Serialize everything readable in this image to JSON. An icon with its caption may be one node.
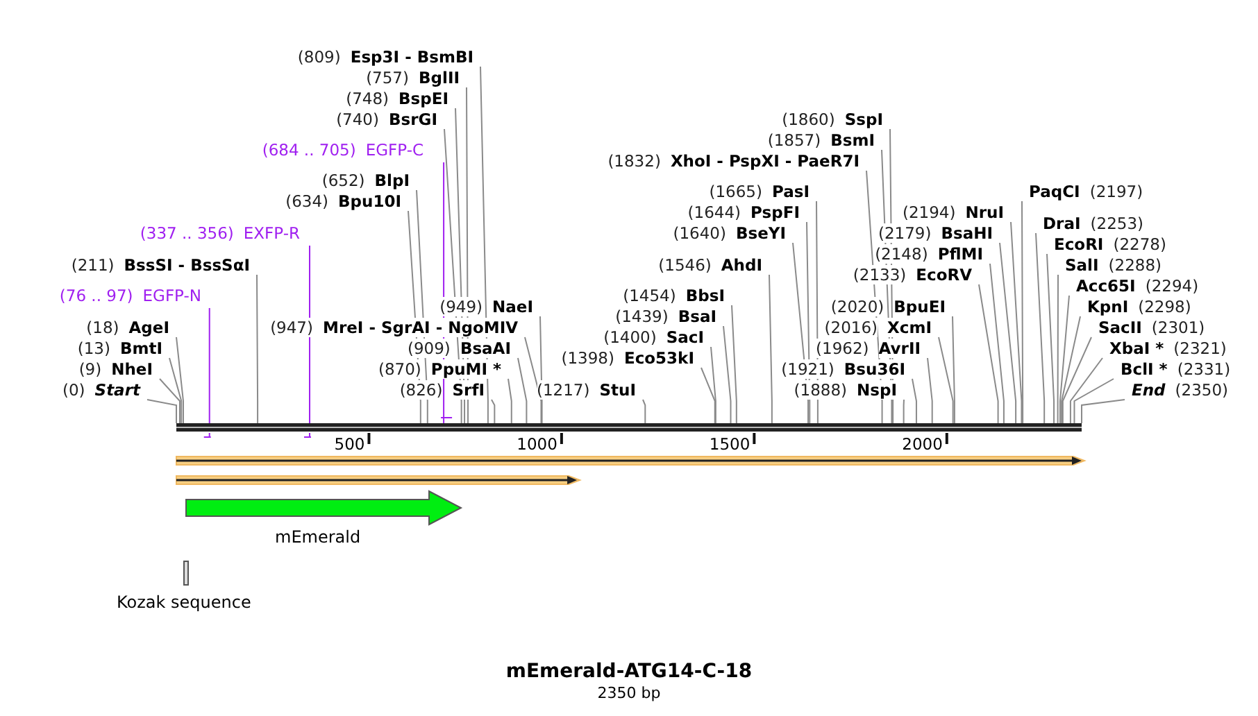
{
  "diagram": {
    "title": "mEmerald-ATG14-C-18",
    "caption": "2350 bp",
    "nodes": [
      {
        "text": [
          "(809)",
          "Esp3I  - BsmBI"
        ]
      },
      {
        "text": [
          "(757)",
          "BglII"
        ]
      },
      {
        "text": [
          "(748)",
          "BspEI"
        ]
      },
      {
        "text": [
          "(740)",
          "BsrGI"
        ]
      },
      {
        "text": [
          "(684 .. 705)",
          "EGFP-C"
        ]
      },
      {
        "text": [
          "(652)",
          "BlpI"
        ]
      },
      {
        "text": [
          "(634)",
          "Bpu10I"
        ]
      },
      {
        "text": [
          "(337 .. 356)",
          "EXFP-R"
        ]
      },
      {
        "text": [
          "(211)",
          "BssSI  - BssSαI"
        ]
      },
      {
        "text": [
          "(76 .. 97)",
          "EGFP-N"
        ]
      },
      {
        "text": [
          "(949)",
          "NaeI"
        ]
      },
      {
        "text": [
          "(947)",
          "MreI  - SgrAI  - NgoMIV"
        ]
      },
      {
        "text": [
          "(909)",
          "BsaAI"
        ]
      },
      {
        "text": [
          "(870)",
          "PpuMI *"
        ]
      },
      {
        "text": [
          "(826)",
          "SrfI"
        ]
      },
      {
        "text": [
          "(18)",
          "AgeI"
        ]
      },
      {
        "text": [
          "(13)",
          "BmtI"
        ]
      },
      {
        "text": [
          "(9)",
          "NheI"
        ]
      },
      {
        "text": [
          "(0)",
          "Start"
        ]
      },
      {
        "text": [
          "(1217)",
          "StuI"
        ]
      },
      {
        "text": [
          "(1398)",
          "Eco53kI"
        ]
      },
      {
        "text": [
          "(1400)",
          "SacI"
        ]
      },
      {
        "text": [
          "(1439)",
          "BsaI"
        ]
      },
      {
        "text": [
          "(1454)",
          "BbsI"
        ]
      },
      {
        "text": [
          "(1546)",
          "AhdI"
        ]
      },
      {
        "text": [
          "(1640)",
          "BseYI"
        ]
      },
      {
        "text": [
          "(1644)",
          "PspFI"
        ]
      },
      {
        "text": [
          "(1665)",
          "PasI"
        ]
      },
      {
        "text": [
          "(1832)",
          "XhoI  - PspXI  - PaeR7I"
        ]
      },
      {
        "text": [
          "(1857)",
          "BsmI"
        ]
      },
      {
        "text": [
          "(1860)",
          "SspI"
        ]
      },
      {
        "text": [
          "(1888)",
          "NspI"
        ]
      },
      {
        "text": [
          "(1921)",
          "Bsu36I"
        ]
      },
      {
        "text": [
          "(1962)",
          "AvrII"
        ]
      },
      {
        "text": [
          "(2016)",
          "XcmI"
        ]
      },
      {
        "text": [
          "(2020)",
          "BpuEI"
        ]
      },
      {
        "text": [
          "(2133)",
          "EcoRV"
        ]
      },
      {
        "text": [
          "(2148)",
          "PflMI"
        ]
      },
      {
        "text": [
          "(2179)",
          "BsaHI"
        ]
      },
      {
        "text": [
          "(2194)",
          "NruI"
        ]
      },
      {
        "text": [
          "PaqCI",
          "(2197)"
        ]
      },
      {
        "text": [
          "DraI",
          "(2253)"
        ]
      },
      {
        "text": [
          "EcoRI",
          "(2278)"
        ]
      },
      {
        "text": [
          "SalI",
          "(2288)"
        ]
      },
      {
        "text": [
          "Acc65I",
          "(2294)"
        ]
      },
      {
        "text": [
          "KpnI",
          "(2298)"
        ]
      },
      {
        "text": [
          "SacII",
          "(2301)"
        ]
      },
      {
        "text": [
          "XbaI *",
          "(2321)"
        ]
      },
      {
        "text": [
          "BclI *",
          "(2331)"
        ]
      },
      {
        "text": [
          "End",
          "(2350)"
        ]
      },
      {
        "text": [],
        "shape": "bar"
      },
      {
        "text": [],
        "shape": "arrow"
      },
      {
        "text": [],
        "shape": "arrow"
      },
      {
        "text": [
          "mEmerald"
        ]
      },
      {
        "text": [
          "Kozak sequence"
        ]
      }
    ],
    "edges": [
      {
        "from": 0,
        "to": 50,
        "arrow": "none"
      },
      {
        "from": 1,
        "to": 50,
        "arrow": "none"
      },
      {
        "from": 2,
        "to": 50,
        "arrow": "none"
      },
      {
        "from": 3,
        "to": 50,
        "arrow": "none"
      },
      {
        "from": 4,
        "to": 50,
        "arrow": "none",
        "color": "#a020f0"
      },
      {
        "from": 5,
        "to": 50,
        "arrow": "none"
      },
      {
        "from": 6,
        "to": 50,
        "arrow": "none"
      },
      {
        "from": 7,
        "to": 50,
        "arrow": "none",
        "color": "#a020f0"
      },
      {
        "from": 8,
        "to": 50,
        "arrow": "none"
      },
      {
        "from": 9,
        "to": 50,
        "arrow": "none",
        "color": "#a020f0"
      },
      {
        "from": 10,
        "to": 50,
        "arrow": "none"
      },
      {
        "from": 11,
        "to": 50,
        "arrow": "none"
      },
      {
        "from": 12,
        "to": 50,
        "arrow": "none"
      },
      {
        "from": 13,
        "to": 50,
        "arrow": "none"
      },
      {
        "from": 14,
        "to": 50,
        "arrow": "none"
      },
      {
        "from": 15,
        "to": 50,
        "arrow": "none"
      },
      {
        "from": 16,
        "to": 50,
        "arrow": "none"
      },
      {
        "from": 17,
        "to": 50,
        "arrow": "none"
      },
      {
        "from": 18,
        "to": 50,
        "arrow": "none"
      },
      {
        "from": 19,
        "to": 50,
        "arrow": "none"
      },
      {
        "from": 20,
        "to": 50,
        "arrow": "none"
      },
      {
        "from": 21,
        "to": 50,
        "arrow": "none"
      },
      {
        "from": 22,
        "to": 50,
        "arrow": "none"
      },
      {
        "from": 23,
        "to": 50,
        "arrow": "none"
      },
      {
        "from": 24,
        "to": 50,
        "arrow": "none"
      },
      {
        "from": 25,
        "to": 50,
        "arrow": "none"
      },
      {
        "from": 26,
        "to": 50,
        "arrow": "none"
      },
      {
        "from": 27,
        "to": 50,
        "arrow": "none"
      },
      {
        "from": 28,
        "to": 50,
        "arrow": "none"
      },
      {
        "from": 29,
        "to": 50,
        "arrow": "none"
      },
      {
        "from": 30,
        "to": 50,
        "arrow": "none"
      },
      {
        "from": 31,
        "to": 50,
        "arrow": "none"
      },
      {
        "from": 32,
        "to": 50,
        "arrow": "none"
      },
      {
        "from": 33,
        "to": 50,
        "arrow": "none"
      },
      {
        "from": 34,
        "to": 50,
        "arrow": "none"
      },
      {
        "from": 35,
        "to": 50,
        "arrow": "none"
      },
      {
        "from": 36,
        "to": 50,
        "arrow": "none"
      },
      {
        "from": 37,
        "to": 50,
        "arrow": "none"
      },
      {
        "from": 38,
        "to": 50,
        "arrow": "none"
      },
      {
        "from": 39,
        "to": 50,
        "arrow": "none"
      },
      {
        "from": 40,
        "to": 50,
        "arrow": "none"
      },
      {
        "from": 41,
        "to": 50,
        "arrow": "none"
      },
      {
        "from": 42,
        "to": 50,
        "arrow": "none"
      },
      {
        "from": 43,
        "to": 50,
        "arrow": "none"
      },
      {
        "from": 44,
        "to": 50,
        "arrow": "none"
      },
      {
        "from": 45,
        "to": 50,
        "arrow": "none"
      },
      {
        "from": 46,
        "to": 50,
        "arrow": "none"
      },
      {
        "from": 47,
        "to": 50,
        "arrow": "none"
      },
      {
        "from": 48,
        "to": 50,
        "arrow": "none"
      },
      {
        "from": 49,
        "to": 50,
        "arrow": "none"
      }
    ],
    "labels": [
      "500",
      "1000",
      "1500",
      "2000"
    ]
  }
}
